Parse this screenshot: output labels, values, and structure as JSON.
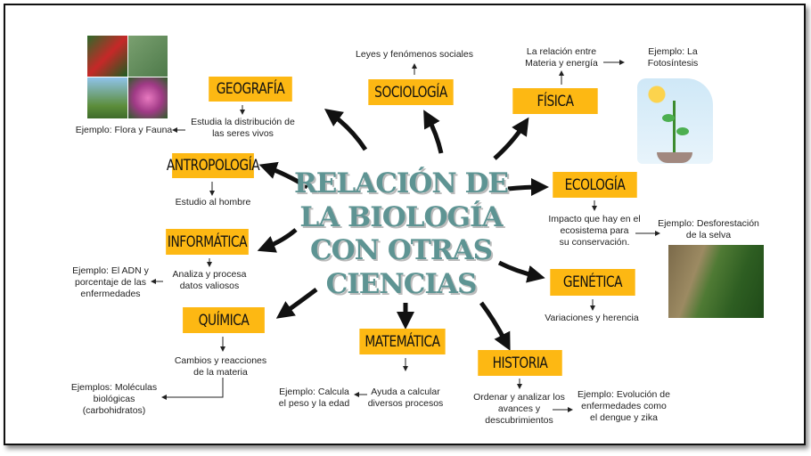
{
  "title": "RELACIÓN DE\nLA BIOLOGÍA\nCON OTRAS\nCIENCIAS",
  "nodes": {
    "geografia": {
      "label": "GEOGRAFÍA",
      "desc": "Estudia la distribución de\nlas seres vivos",
      "example": "Ejemplo: Flora y Fauna"
    },
    "sociologia": {
      "label": "SOCIOLOGÍA",
      "desc": "Leyes y fenómenos sociales"
    },
    "fisica": {
      "label": "FÍSICA",
      "desc": "La relación entre\nMateria y energía",
      "example": "Ejemplo: La\nFotosíntesis"
    },
    "antropologia": {
      "label": "ANTROPOLOGÍA",
      "desc": "Estudio al hombre"
    },
    "ecologia": {
      "label": "ECOLOGÍA",
      "desc": "Impacto que hay en el\necosistema para\nsu conservación.",
      "example": "Ejemplo: Desforestación\nde la selva"
    },
    "informatica": {
      "label": "INFORMÁTICA",
      "desc": "Analiza y procesa\ndatos valiosos",
      "example": "Ejemplo: El ADN y\nporcentaje de las\nenfermedades"
    },
    "genetica": {
      "label": "GENÉTICA",
      "desc": "Variaciones y herencia"
    },
    "quimica": {
      "label": "QUÍMICA",
      "desc": "Cambios y reacciones\nde la materia",
      "example": "Ejemplos: Moléculas\nbiológicas\n(carbohidratos)"
    },
    "matematica": {
      "label": "MATEMÁTICA",
      "desc": "Ayuda a calcular\ndiversos procesos",
      "example": "Ejemplo: Calcula\nel peso y la edad"
    },
    "historia": {
      "label": "HISTORIA",
      "desc": "Ordenar y analizar los\navances y\ndescubrimientos",
      "example": "Ejemplo: Evolución de\nenfermedades como\nel dengue y zika"
    }
  },
  "colors": {
    "box": "#fdb813",
    "title": "#5e9493"
  }
}
